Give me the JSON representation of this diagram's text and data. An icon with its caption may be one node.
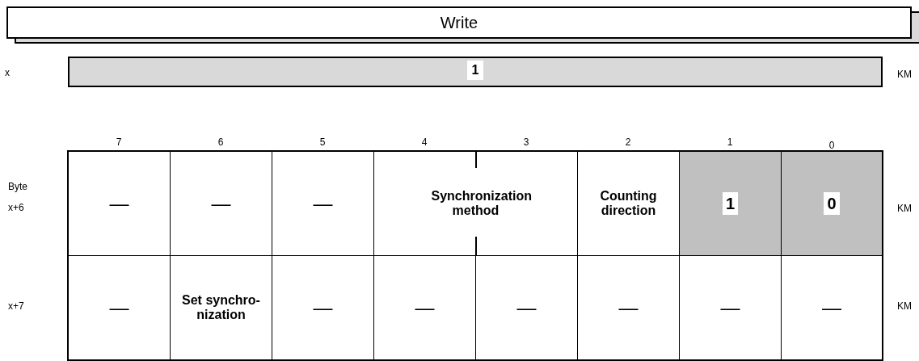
{
  "diagram": {
    "nodes": [
      {
        "text": [
          "Write"
        ]
      },
      {
        "text": [
          "1"
        ]
      },
      {
        "text": [
          "—"
        ]
      },
      {
        "text": [
          "—"
        ]
      },
      {
        "text": [
          "—"
        ]
      },
      {
        "text": [
          "Synchronization method"
        ]
      },
      {
        "text": [
          "Counting direction"
        ]
      },
      {
        "text": [
          "1"
        ]
      },
      {
        "text": [
          "0"
        ]
      },
      {
        "text": [
          "—"
        ]
      },
      {
        "text": [
          "Set synchro- nization"
        ]
      },
      {
        "text": [
          "—"
        ]
      },
      {
        "text": [
          "—"
        ]
      },
      {
        "text": [
          "—"
        ]
      },
      {
        "text": [
          "—"
        ]
      },
      {
        "text": [
          "—"
        ]
      },
      {
        "text": [
          "—"
        ]
      }
    ],
    "labels": [
      "x",
      "KM",
      "7",
      "6",
      "5",
      "4",
      "3",
      "2",
      "1",
      "0",
      "Byte",
      "x+6",
      "KM",
      "x+7",
      "KM"
    ]
  }
}
